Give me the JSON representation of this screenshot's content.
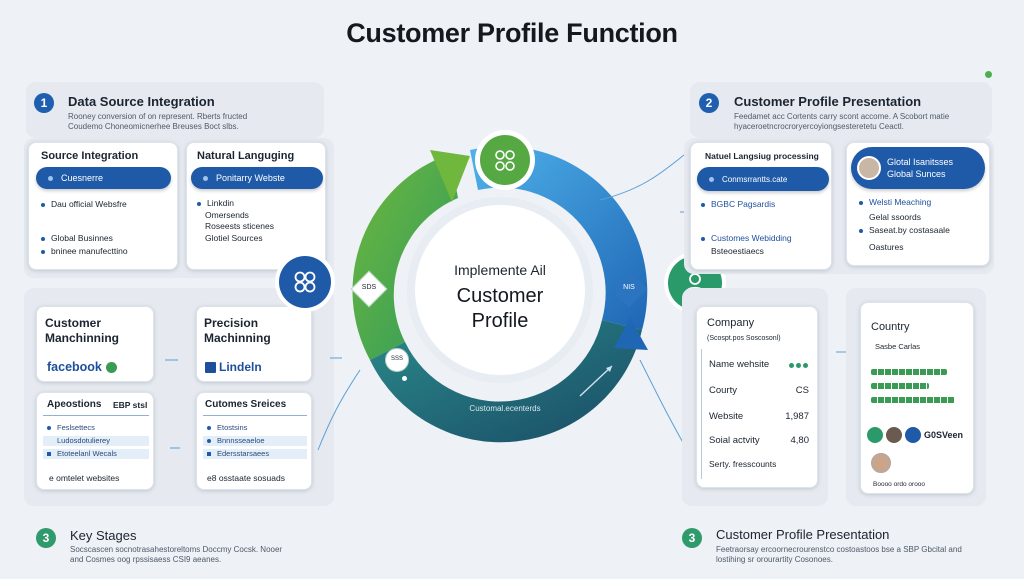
{
  "title": "Customer Profile Function",
  "section1": {
    "number": "1",
    "title": "Data Source Integration",
    "desc_line1": "Rooney conversion of on represent. Rberts fructed",
    "desc_line2": "Coudemo Choneomicnerhee Breuses Boct slbs."
  },
  "section2": {
    "number": "2",
    "title": "Customer Profile Presentation",
    "desc_line1": "Feedamet acc Cortents carry scont accome. A Scobort matie",
    "desc_line2": "hyaceroetncrocroryercoyiongsesteretetu Ceactl."
  },
  "section3": {
    "number": "3",
    "title": "Key Stages",
    "desc_line1": "Socscascen socnotrasahestoreltoms Doccmy Cocsk. Nooer",
    "desc_line2": "and Cosmes oog rpssisaess CSI9 aeanes."
  },
  "section4": {
    "number": "3",
    "title": "Customer Profile Presentation",
    "desc_line1": "Feetraorsay ercoornecrourenstco costoastoos bse a SBP Gbcital and",
    "desc_line2": "lostihing sr orourartity Cosonoes."
  },
  "source_integration": {
    "heading": "Source Integration",
    "pill": "Cuesnerre",
    "items": [
      "Dau official Websfre",
      "Global Businnes",
      "bninee manufecttino"
    ]
  },
  "natural_language": {
    "heading": "Natural Languging",
    "pill": "Ponitarry Webste",
    "items": [
      "Linkdin",
      "Omersends",
      "Roseests sticenes",
      "Glotiel Sources"
    ]
  },
  "customer_machining": {
    "heading_line1": "Customer",
    "heading_line2": "Manchinning",
    "brand": "facebook"
  },
  "precision_machining": {
    "heading_line1": "Precision",
    "heading_line2": "Machinning",
    "brand": "Lindeln"
  },
  "apeostions": {
    "heading": "Apeostions",
    "tag": "EBP stsl",
    "rows": [
      "Feslsettecs",
      "Ludosdotulierey",
      "Etoteelanl Wecals"
    ],
    "footer": "e omtelet websites"
  },
  "customer_sreices": {
    "heading": "Cutomes Sreices",
    "rows": [
      "Etostsins",
      "Bnnnsseaeloe",
      "Edersstarsaees"
    ],
    "footer": "e8 osstaate sosuads"
  },
  "center": {
    "line1": "Implemente Ail",
    "line2": "Customer",
    "line3": "Profile",
    "tag_left": "SDS",
    "tag_right": "NIS",
    "tag_bottom": "SSS",
    "arc_label": "Customal.ecenterds"
  },
  "nlp_processing": {
    "heading": "Natuel Langsiug processing",
    "pill": "Conmsrrantts.cate",
    "items": [
      "BGBC Pagsardis",
      "Customes Webidding",
      "Bsteoestiaecs"
    ]
  },
  "global_sources": {
    "pill_line1": "Glotal Isanitsses",
    "pill_line2": "Global Sunces",
    "items": [
      "Welsti Meaching",
      "Gelal ssoords",
      "Saseat.by costasaale",
      "Oastures"
    ]
  },
  "company": {
    "heading": "Company",
    "sub": "(Scospt.pos Soscosonl)",
    "rows": [
      {
        "label": "Name wehsite",
        "value": ""
      },
      {
        "label": "Courty",
        "value": "CS"
      },
      {
        "label": "Website",
        "value": "1,987"
      },
      {
        "label": "Soial actvity",
        "value": "4,80"
      },
      {
        "label": "Serty. fresscounts",
        "value": ""
      }
    ]
  },
  "country": {
    "heading": "Country",
    "sub": "Sasbe Carlas",
    "social": "G0SVeen",
    "footer": "Boooo ordo orooo"
  },
  "colors": {
    "blue": "#1e5aa8",
    "green": "#3a9b54",
    "teal": "#1d5d6a",
    "sky": "#3aa0e0"
  }
}
